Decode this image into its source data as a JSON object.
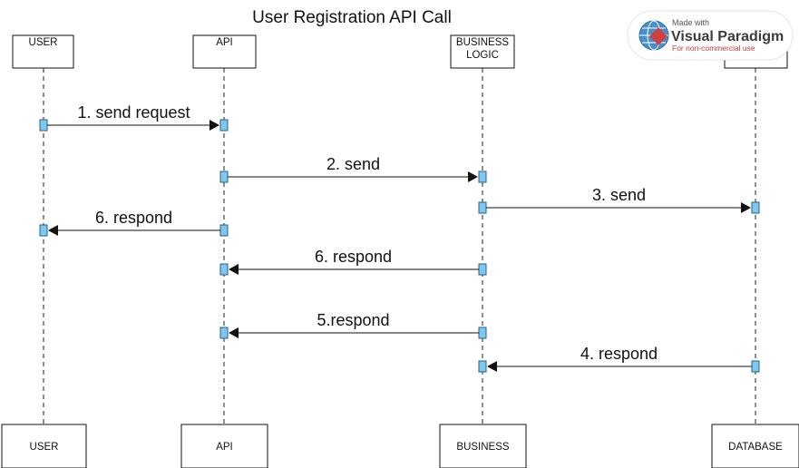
{
  "title": "User Registration API Call",
  "participants": [
    {
      "id": "user",
      "top_lines": [
        "USER"
      ],
      "bottom_label": "USER"
    },
    {
      "id": "api",
      "top_lines": [
        "API"
      ],
      "bottom_label": "API"
    },
    {
      "id": "business",
      "top_lines": [
        "BUSINESS",
        "LOGIC"
      ],
      "bottom_label": "BUSINESS"
    },
    {
      "id": "database",
      "top_lines": [
        ""
      ],
      "bottom_label": "DATABASE"
    }
  ],
  "messages": [
    {
      "label": "1. send request",
      "from": "user",
      "to": "api"
    },
    {
      "label": "2. send",
      "from": "api",
      "to": "business"
    },
    {
      "label": "3. send",
      "from": "business",
      "to": "database"
    },
    {
      "label": "6. respond",
      "from": "api",
      "to": "user"
    },
    {
      "label": "6. respond",
      "from": "business",
      "to": "api"
    },
    {
      "label": "5.respond",
      "from": "business",
      "to": "api"
    },
    {
      "label": "4. respond",
      "from": "database",
      "to": "business"
    }
  ],
  "watermark": {
    "line1": "Made with",
    "line2": "Visual Paradigm",
    "line3": "For non-commercial use",
    "brand_color": "#c23a3a"
  }
}
